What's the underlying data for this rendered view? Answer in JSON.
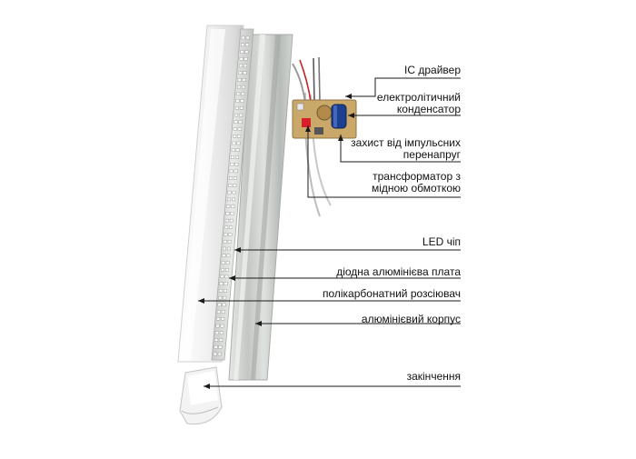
{
  "callouts": [
    {
      "id": "ic-driver",
      "label": "IC драйвер"
    },
    {
      "id": "capacitor",
      "label": "електролітичний\nконденсатор"
    },
    {
      "id": "surge-protection",
      "label": "захист від імпульсних\nперенапруг"
    },
    {
      "id": "transformer",
      "label": "трансформатор з\nмідною обмоткою"
    },
    {
      "id": "led-chip",
      "label": "LED чіп"
    },
    {
      "id": "diode-board",
      "label": "діодна алюмінієва плата"
    },
    {
      "id": "diffuser",
      "label": "полікарбонатний розсіювач"
    },
    {
      "id": "housing",
      "label": "алюмінієвий корпус"
    },
    {
      "id": "end-cap",
      "label": "закінчення"
    }
  ],
  "colors": {
    "line": "#1a1a1a",
    "diffuser": "#f2f2f2",
    "aluminium": "#c8ccc9",
    "led_board": "#d9dcd9",
    "pcb": "#c9a86a",
    "capacitor": "#1d3f8f",
    "surge_component": "#d8202a",
    "wire": "#c0c0c0"
  }
}
